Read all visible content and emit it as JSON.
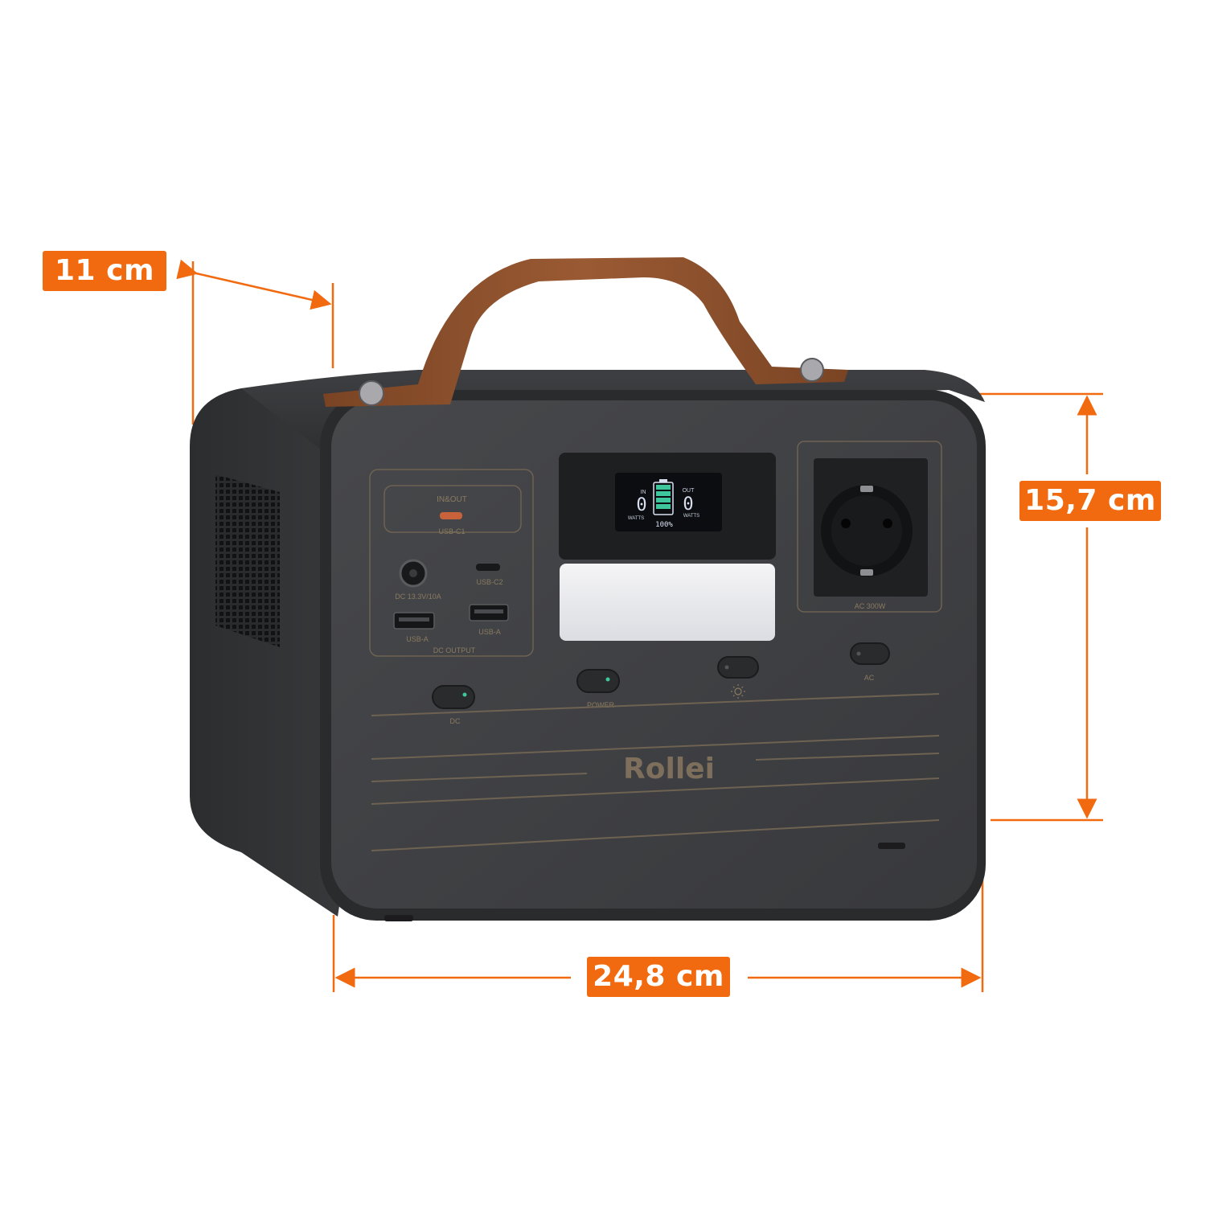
{
  "colors": {
    "accent": "#f26a10",
    "body": "#3a3b3d",
    "strap": "#8a4f2b",
    "engraving": "#8a7a60"
  },
  "dimensions": {
    "depth": "11 cm",
    "height": "15,7 cm",
    "width": "24,8 cm"
  },
  "display": {
    "in_label": "IN",
    "out_label": "OUT",
    "in_value": "0",
    "out_value": "0",
    "watts_label": "WATTS",
    "battery_percent": "100%",
    "battery_level": 1.0
  },
  "ports": {
    "usb_c1_inout": "IN&OUT",
    "usb_c1": "USB-C1",
    "usb_c2": "USB-C2",
    "dc_in": "DC 13.3V/10A",
    "usb_a1": "USB-A",
    "usb_a2": "USB-A",
    "dc_output": "DC OUTPUT",
    "ac_outlet": "AC 300W"
  },
  "buttons": {
    "dc": "DC",
    "power": "POWER",
    "light_icon": "sun-icon",
    "ac": "AC"
  },
  "brand": "Rollei"
}
